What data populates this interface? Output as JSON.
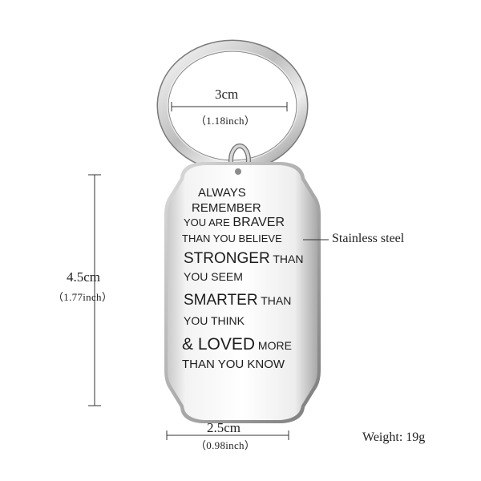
{
  "dimensions": {
    "ring_width": "3cm",
    "ring_width_inch": "（1.18inch）",
    "tag_height": "4.5cm",
    "tag_height_inch": "（1.77inch）",
    "tag_width": "2.5cm",
    "tag_width_inch": "（0.98inch）"
  },
  "material_label": "Stainless steel",
  "weight_label": "Weight: 19g",
  "engraving": {
    "line1": "ALWAYS",
    "line2": "REMEMBER",
    "line3a": "YOU ARE ",
    "line3b": "BRAVER",
    "line4": "THAN YOU BELIEVE",
    "line5a": "STRONGER",
    "line5b": " THAN",
    "line6": "YOU SEEM",
    "line7a": "SMARTER",
    "line7b": " THAN",
    "line8": "YOU THINK",
    "line9a": "& LOVED",
    "line9b": " MORE",
    "line10": "THAN YOU KNOW"
  },
  "colors": {
    "metal_light": "#f4f4f4",
    "metal_mid": "#cfcfcf",
    "metal_dark": "#8e8e8e",
    "text": "#1c1c1c"
  }
}
